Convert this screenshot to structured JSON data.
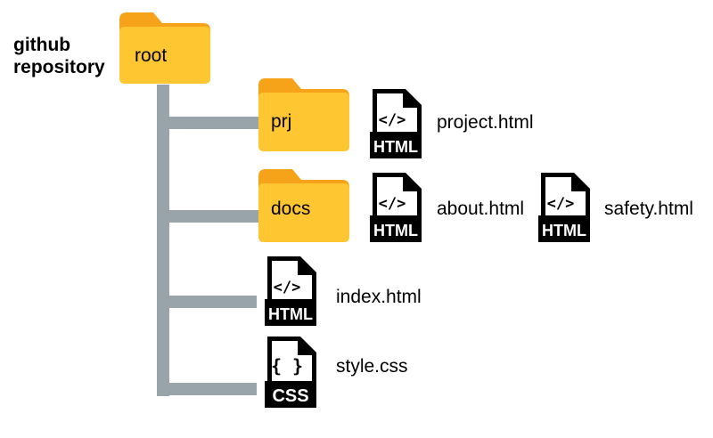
{
  "repository_label": {
    "line1": "github",
    "line2": "repository"
  },
  "folders": {
    "root": "root",
    "prj": "prj",
    "docs": "docs"
  },
  "files": {
    "project": "project.html",
    "about": "about.html",
    "safety": "safety.html",
    "index": "index.html",
    "style": "style.css"
  },
  "icons": {
    "html_badge": "HTML",
    "html_glyph": "</>",
    "css_badge": "CSS",
    "css_glyph": "{ }",
    "folder_icon": "folder-icon",
    "html_file_icon": "html-file-icon",
    "css_file_icon": "css-file-icon"
  },
  "colors": {
    "folder_front": "#fec630",
    "folder_back": "#f6a31a",
    "branch": "#98a4aa",
    "file_icon": "#000000"
  }
}
